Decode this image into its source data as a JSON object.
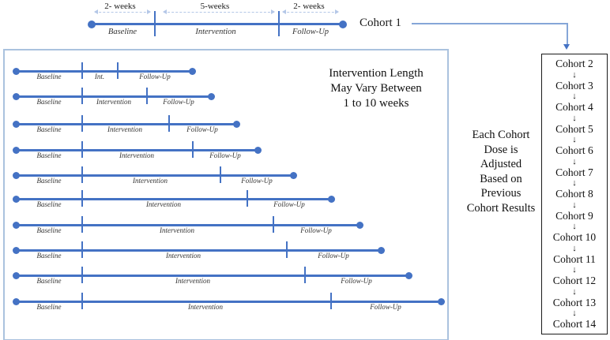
{
  "top_timeline": {
    "week_labels": [
      "2- weeks",
      "5-weeks",
      "2- weeks"
    ],
    "phase_labels": [
      "Baseline",
      "Intervention",
      "Follow-Up"
    ],
    "cohort_label": "Cohort 1"
  },
  "variable_box": {
    "note_lines": [
      "Intervention Length",
      "May Vary Between",
      "1 to 10 weeks"
    ],
    "rows": [
      {
        "baseline": "Baseline",
        "intervention": "Int.",
        "followup": "Follow-Up"
      },
      {
        "baseline": "Baseline",
        "intervention": "Intervention",
        "followup": "Follow-Up"
      },
      {
        "baseline": "Baseline",
        "intervention": "Intervention",
        "followup": "Follow-Up"
      },
      {
        "baseline": "Baseline",
        "intervention": "Intervention",
        "followup": "Follow-Up"
      },
      {
        "baseline": "Baseline",
        "intervention": "Intervention",
        "followup": "Follow-Up"
      },
      {
        "baseline": "Baseline",
        "intervention": "Intervention",
        "followup": "Follow-Up"
      },
      {
        "baseline": "Baseline",
        "intervention": "Intervention",
        "followup": "Follow-Up"
      },
      {
        "baseline": "Baseline",
        "intervention": "Intervention",
        "followup": "Follow-Up"
      },
      {
        "baseline": "Baseline",
        "intervention": "Intervention",
        "followup": "Follow-Up"
      },
      {
        "baseline": "Baseline",
        "intervention": "Intervention",
        "followup": "Follow-Up"
      }
    ]
  },
  "dose_note_lines": [
    "Each Cohort",
    "Dose is",
    "Adjusted",
    "Based on",
    "Previous",
    "Cohort Results"
  ],
  "cohort_sequence": {
    "items": [
      "Cohort 2",
      "Cohort 3",
      "Cohort 4",
      "Cohort 5",
      "Cohort 6",
      "Cohort 7",
      "Cohort 8",
      "Cohort 9",
      "Cohort 10",
      "Cohort 11",
      "Cohort 12",
      "Cohort 13",
      "Cohort 14"
    ]
  },
  "icons": {
    "down_arrow": "↓"
  },
  "colors": {
    "timeline_blue": "#4472c4",
    "dashed_arrow_blue": "#b4c7e7",
    "panel_border_blue": "#aac2de",
    "connector_blue": "#85a6d8",
    "text_black": "#1a1a1a"
  }
}
